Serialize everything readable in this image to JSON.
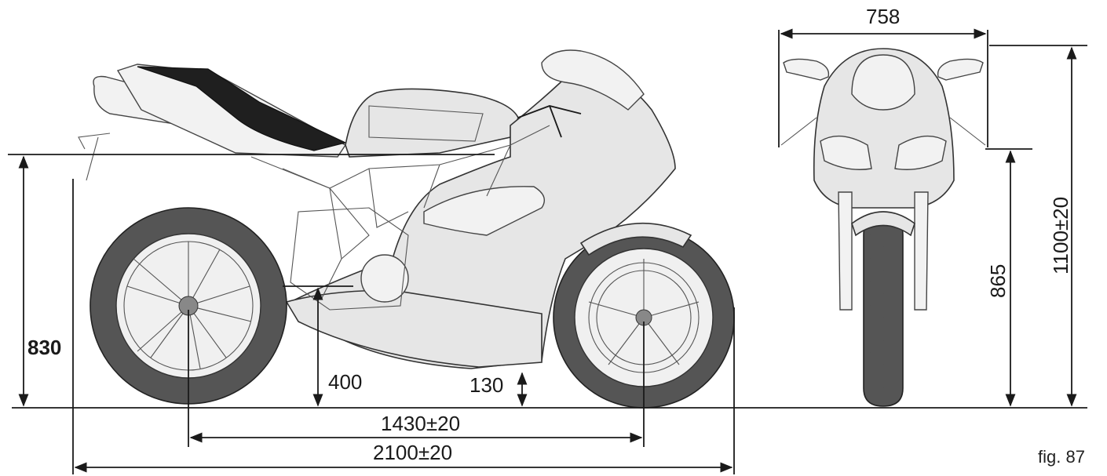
{
  "dimensions": {
    "front_width": "758",
    "overall_height": "1100±20",
    "mirror_height": "865",
    "seat_height": "830",
    "footpeg_height": "400",
    "ground_clearance": "130",
    "wheelbase": "1430±20",
    "overall_length": "2100±20"
  },
  "figure_label": "fig. 87",
  "colors": {
    "line": "#1a1a1a",
    "body": "#e6e6e6",
    "tire": "#555555",
    "seat": "#1f1f1f"
  }
}
